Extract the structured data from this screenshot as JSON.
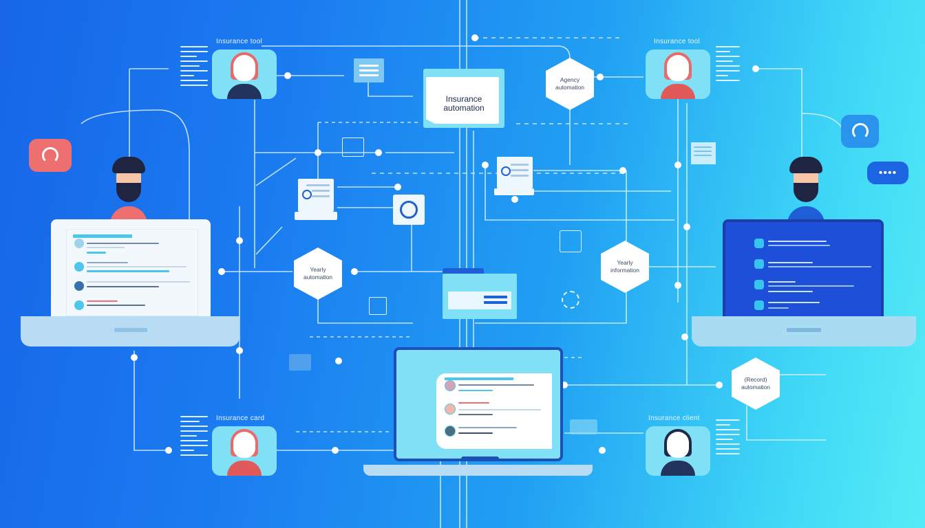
{
  "title_card": {
    "line1": "Insurance",
    "line2": "automation"
  },
  "person_cards": [
    {
      "id": "top-left",
      "caption": "Insurance tool",
      "hair": "#e86a6a",
      "body": "#22335e"
    },
    {
      "id": "top-right",
      "caption": "Insurance tool",
      "hair": "#e86a6a",
      "body": "#e05a5a"
    },
    {
      "id": "bottom-left",
      "caption": "Insurance card",
      "hair": "#e86a6a",
      "body": "#e05a5a"
    },
    {
      "id": "bottom-right",
      "caption": "Insurance client",
      "hair": "#1f2a4a",
      "body": "#22335e"
    }
  ],
  "hexagons": [
    {
      "id": "agency",
      "line1": "Agency",
      "line2": "automation"
    },
    {
      "id": "yearly-left",
      "line1": "Yearly",
      "line2": "automation"
    },
    {
      "id": "yearly-right",
      "line1": "Yearly",
      "line2": "information"
    },
    {
      "id": "record",
      "line1": "(Record)",
      "line2": "automation"
    }
  ],
  "chat_bubbles": {
    "left": {
      "icon": "signal-icon",
      "color": "#ee6f6f"
    },
    "right_top": {
      "icon": "signal-icon",
      "color": "#2a93ee"
    },
    "right_typing": {
      "icon": "ellipsis-icon",
      "text": "••••",
      "color": "#1d64e3"
    }
  },
  "colors": {
    "bg_start": "#1766e8",
    "bg_end": "#55ecf6",
    "wire": "#dff3ff",
    "laptop_dark_screen": "#1e4fd8",
    "card_cyan": "#7fe0f6"
  }
}
